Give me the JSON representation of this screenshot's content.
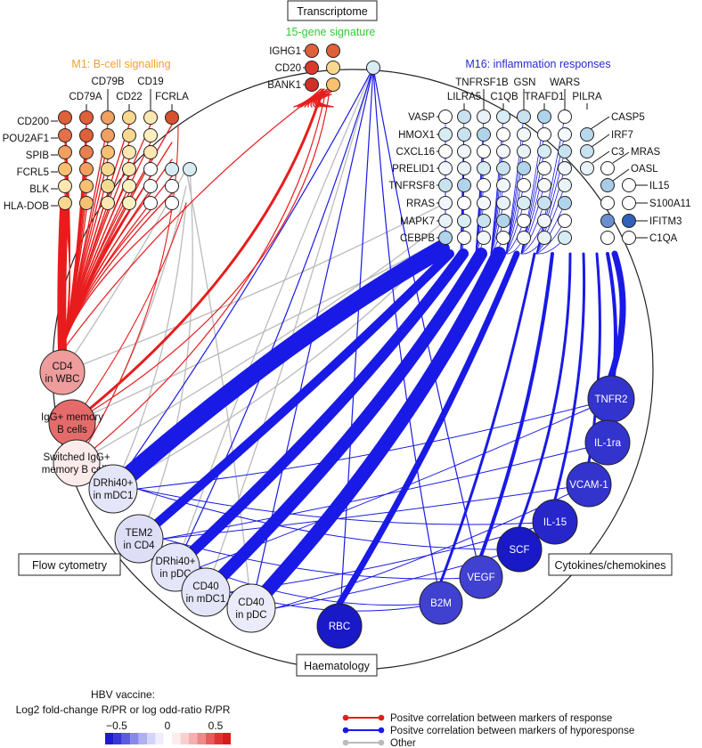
{
  "section_labels": {
    "transcriptome": "Transcriptome",
    "flow_cytometry": "Flow cytometry",
    "cytokines": "Cytokines/chemokines",
    "haematology": "Haematology"
  },
  "module_titles": {
    "m1": "M1: B-cell signalling",
    "sig15": "15-gene signature",
    "m16": "M16: inflammation responses"
  },
  "colors": {
    "m1_title": "#f0a030",
    "sig15_title": "#33cc33",
    "m16_title": "#2a2ad0",
    "edge_response": "#e81c1c",
    "edge_hyporesponse": "#1a1ae6",
    "edge_other": "#bbbbbb"
  },
  "m1_genes": [
    "CD200",
    "POU2AF1",
    "SPIB",
    "FCRL5",
    "BLK",
    "HLA-DOB",
    "CD79A",
    "CD79B",
    "CD22",
    "CD19",
    "FCRLA"
  ],
  "sig15_genes": [
    "IGHG1",
    "CD20",
    "BANK1"
  ],
  "m16_genes": [
    "VASP",
    "HMOX1",
    "CXCL16",
    "PRELID1",
    "TNFRSF8",
    "RRAS",
    "MAPK7",
    "CEBPB",
    "TNFRSF1B",
    "LILRA5",
    "C1QB",
    "GSN",
    "TRAFD1",
    "WARS",
    "PILRA",
    "CASP5",
    "IRF7",
    "C3",
    "MRAS",
    "OASL",
    "IL15",
    "S100A11",
    "IFITM3",
    "C1QA"
  ],
  "flow_nodes": [
    {
      "label": "CD4\nin WBC",
      "value": 0.3
    },
    {
      "label": "IgG+ memory\nB cells",
      "value": 0.45
    },
    {
      "label": "Switched IgG+\nmemory B cells",
      "value": 0.06
    },
    {
      "label": "DRhi40+\nin mDC1",
      "value": -0.08
    },
    {
      "label": "TEM2\nin CD4",
      "value": -0.1
    },
    {
      "label": "DRhi40+\nin pDC",
      "value": -0.08
    },
    {
      "label": "CD40\nin mDC1",
      "value": -0.08
    },
    {
      "label": "CD40\nin pDC",
      "value": -0.06
    }
  ],
  "cytokine_nodes": [
    {
      "label": "TNFR2",
      "value": -0.62
    },
    {
      "label": "IL-1ra",
      "value": -0.62
    },
    {
      "label": "VCAM-1",
      "value": -0.62
    },
    {
      "label": "IL-15",
      "value": -0.66
    },
    {
      "label": "SCF",
      "value": -0.7
    },
    {
      "label": "VEGF",
      "value": -0.58
    },
    {
      "label": "B2M",
      "value": -0.58
    }
  ],
  "haematology_nodes": [
    {
      "label": "RBC",
      "value": -0.72
    }
  ],
  "legend": {
    "title_line1": "HBV vaccine:",
    "title_line2": "Log2 fold-change R/PR or log odd-ratio R/PR",
    "ticks": [
      "−0.5",
      "0",
      "0.5"
    ],
    "scale_colors": [
      "#1c1cc8",
      "#3838d8",
      "#5c5ce0",
      "#8888e8",
      "#b0b0f0",
      "#d4d4f8",
      "#eeeefc",
      "#ffffff",
      "#fcecec",
      "#f8d0d0",
      "#f4b0b0",
      "#f08888",
      "#e85c5c",
      "#e03434",
      "#d81c1c"
    ],
    "edge_items": [
      {
        "label": "Positve correlation between markers of response",
        "color": "#e81c1c"
      },
      {
        "label": "Positve correlation between markers of hyporesponse",
        "color": "#1a1ae6"
      },
      {
        "label": "Other",
        "color": "#bbbbbb"
      }
    ]
  }
}
